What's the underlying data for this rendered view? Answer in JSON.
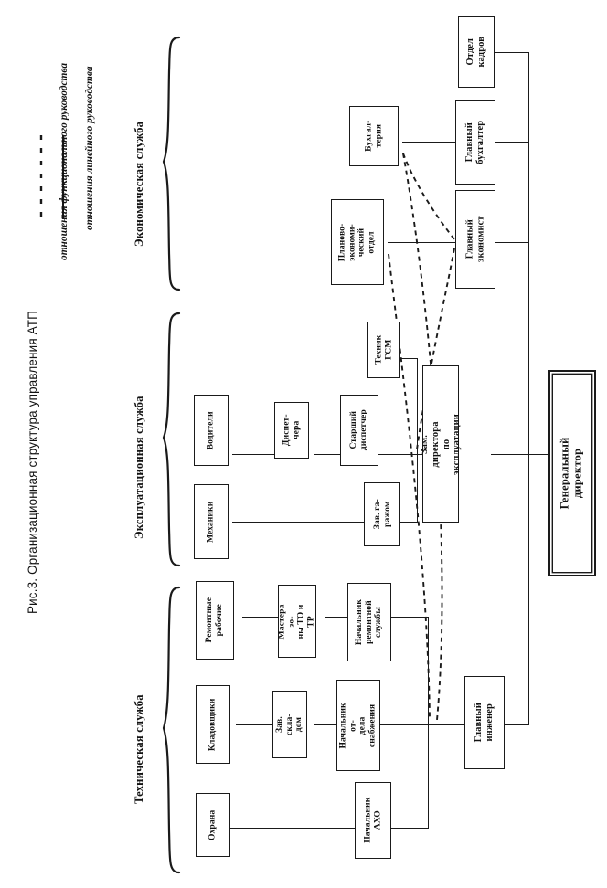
{
  "figure": {
    "caption": "Рис.3. Организационная структура управления АТП",
    "orientation": "rotated-90",
    "background": "#ffffff",
    "ink_color": "#1a1a1a"
  },
  "legend": {
    "items": [
      {
        "style": "solid",
        "label": "отношения линейного руководства"
      },
      {
        "style": "dashed",
        "label": "отношения функционального руководства"
      }
    ]
  },
  "groups": [
    {
      "id": "economic",
      "label": "Экономическая служба"
    },
    {
      "id": "operations",
      "label": "Эксплуатационная служба"
    },
    {
      "id": "technical",
      "label": "Техническая служба"
    }
  ],
  "nodes": {
    "root": {
      "label": "Генеральный директор"
    },
    "hr": {
      "label": "Отдел\nкадров"
    },
    "chief_accountant": {
      "label": "Главный\nбухгалтер"
    },
    "accounting": {
      "label": "Бухгал-\nтерия"
    },
    "chief_economist": {
      "label": "Главный\nэкономист"
    },
    "planning_dept": {
      "label": "Планово-\nэкономи-\nческий\nотдел"
    },
    "deputy_ops": {
      "label": "Зам. директора\nпо эксплуатации"
    },
    "fuel_tech": {
      "label": "Техник\nГСМ"
    },
    "senior_dispatch": {
      "label": "Старший\nдиспетчер"
    },
    "dispatchers": {
      "label": "Диспет-\nчера"
    },
    "drivers": {
      "label": "Водители"
    },
    "garage_head": {
      "label": "Зав. га-\nражом"
    },
    "mechanics": {
      "label": "Механики"
    },
    "chief_engineer": {
      "label": "Главный\nинженер"
    },
    "repair_head": {
      "label": "Начальник\nремонтной\nслужбы"
    },
    "to_tr_masters": {
      "label": "Мастера зо-\nны ТО и ТР"
    },
    "repair_workers": {
      "label": "Ремонтные\nрабочие"
    },
    "supply_head": {
      "label": "Начальник от-\nдела снабжения"
    },
    "warehouse_head": {
      "label": "Зав. скла-\nдом"
    },
    "storekeepers": {
      "label": "Кладовщики"
    },
    "aho_head": {
      "label": "Начальник\nАХО"
    },
    "security": {
      "label": "Охрана"
    }
  },
  "relations": {
    "linear": [
      [
        "root",
        "hr"
      ],
      [
        "root",
        "chief_accountant"
      ],
      [
        "root",
        "chief_economist"
      ],
      [
        "root",
        "deputy_ops"
      ],
      [
        "root",
        "chief_engineer"
      ],
      [
        "chief_accountant",
        "accounting"
      ],
      [
        "chief_economist",
        "planning_dept"
      ],
      [
        "deputy_ops",
        "fuel_tech"
      ],
      [
        "deputy_ops",
        "senior_dispatch"
      ],
      [
        "deputy_ops",
        "garage_head"
      ],
      [
        "senior_dispatch",
        "dispatchers"
      ],
      [
        "dispatchers",
        "drivers"
      ],
      [
        "garage_head",
        "mechanics"
      ],
      [
        "chief_engineer",
        "repair_head"
      ],
      [
        "chief_engineer",
        "supply_head"
      ],
      [
        "chief_engineer",
        "aho_head"
      ],
      [
        "repair_head",
        "to_tr_masters"
      ],
      [
        "to_tr_masters",
        "repair_workers"
      ],
      [
        "supply_head",
        "warehouse_head"
      ],
      [
        "warehouse_head",
        "storekeepers"
      ],
      [
        "aho_head",
        "security"
      ]
    ],
    "functional": [
      [
        "accounting",
        "chief_engineer"
      ],
      [
        "accounting",
        "chief_economist"
      ],
      [
        "planning_dept",
        "chief_engineer"
      ],
      [
        "planning_dept",
        "deputy_ops"
      ]
    ]
  }
}
